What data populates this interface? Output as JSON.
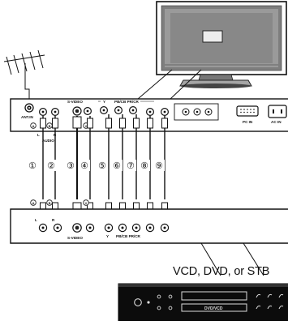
{
  "panel_labels": {
    "ant_in": "ANT.IN",
    "audio_l": "L",
    "audio_r": "R",
    "audio": "AUDIO",
    "s_video": "S-VIDEO",
    "y": "Y",
    "pbcbprcr": "PB/CB PR/CR",
    "pc_in": "PC IN",
    "ac_in": "AC IN",
    "circ_a": "A",
    "circ_b": "B",
    "circ_v": "V"
  },
  "cables": [
    "①",
    "②",
    "③",
    "④",
    "⑤",
    "⑥",
    "⑦",
    "⑧",
    "⑨"
  ],
  "device_labels": {
    "l": "L",
    "r": "R",
    "s_video": "S-VIDEO",
    "y": "Y",
    "pbcbprcr": "PB/CB PR/CR",
    "circ_a": "A",
    "circ_b": "B",
    "circ_v": "V"
  },
  "caption": "VCD, DVD, or STB",
  "player_label": "DVD/VCD"
}
